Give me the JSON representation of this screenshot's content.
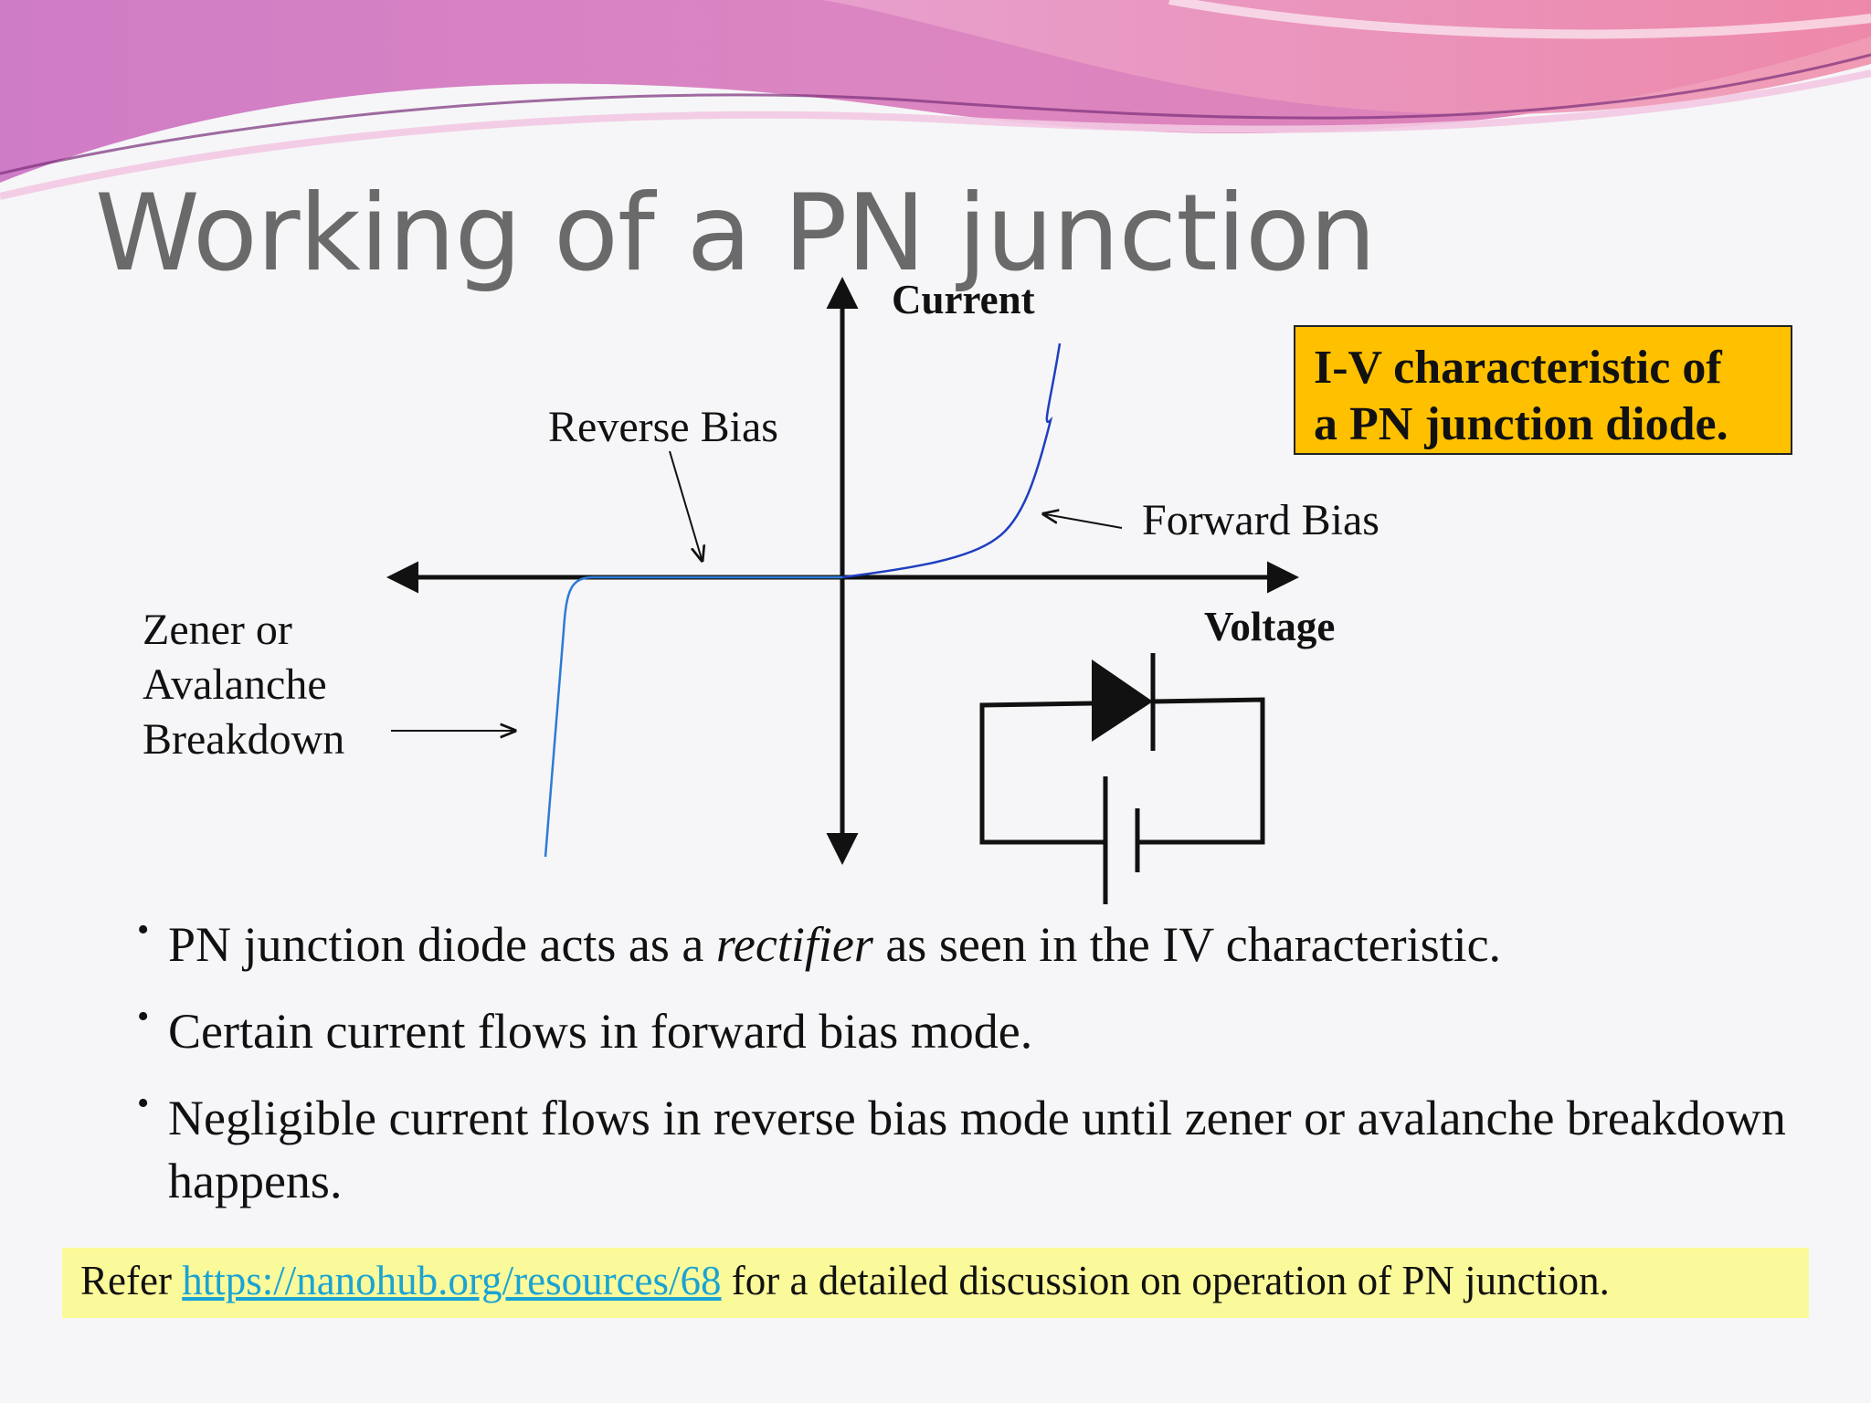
{
  "slide": {
    "title": "Working of a PN junction",
    "diagram": {
      "y_axis_label": "Current",
      "x_axis_label": "Voltage",
      "reverse_bias_label": "Reverse Bias",
      "forward_bias_label": "Forward Bias",
      "breakdown_label": [
        "Zener or",
        "Avalanche",
        "Breakdown"
      ],
      "callout_lines": [
        "I-V characteristic of",
        "a PN junction diode."
      ],
      "curve_color": "#1f3fbf",
      "breakdown_curve_color": "#2d7bd6"
    },
    "bullets": [
      {
        "pre": "PN junction diode acts as a ",
        "em": "rectifier",
        "post": " as seen in the IV characteristic."
      },
      {
        "text": "Certain current flows in forward bias mode."
      },
      {
        "text": "Negligible current flows in reverse bias mode until zener or avalanche breakdown happens."
      }
    ],
    "reference": {
      "prefix": "Refer ",
      "link": "https://nanohub.org/resources/68",
      "suffix": " for a detailed discussion on operation of PN junction."
    },
    "colors": {
      "callout_bg": "#ffc000",
      "reference_bg": "#fbfa9a",
      "link": "#1ba3d3",
      "title": "#6a6a6a"
    }
  }
}
